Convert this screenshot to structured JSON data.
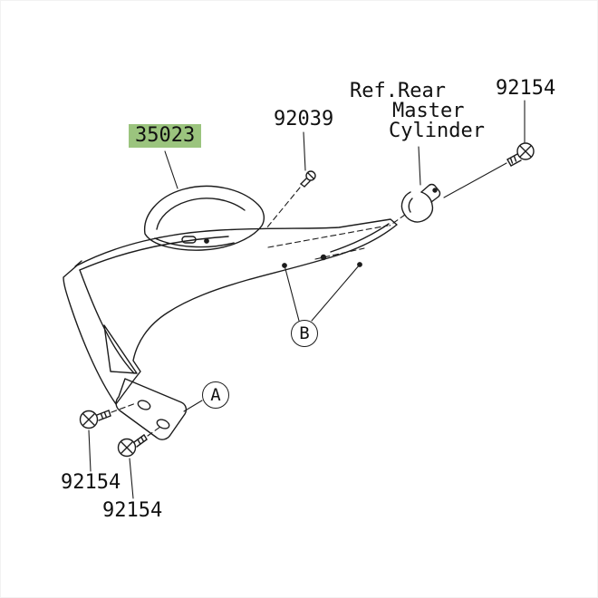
{
  "colors": {
    "highlight_green": "#9bc47e",
    "line_color": "#1c1c1c",
    "text_color": "#111111"
  },
  "parts": [
    {
      "number": "35023",
      "highlighted": true
    },
    {
      "number": "92039",
      "highlighted": false
    },
    {
      "number": "92154",
      "highlighted": false
    },
    {
      "number": "92154",
      "highlighted": false
    },
    {
      "number": "92154",
      "highlighted": false
    }
  ],
  "reference_note": {
    "line1": "Ref.Rear",
    "line2": "Master",
    "line3": "Cylinder"
  },
  "callouts": {
    "a": "A",
    "b": "B"
  }
}
